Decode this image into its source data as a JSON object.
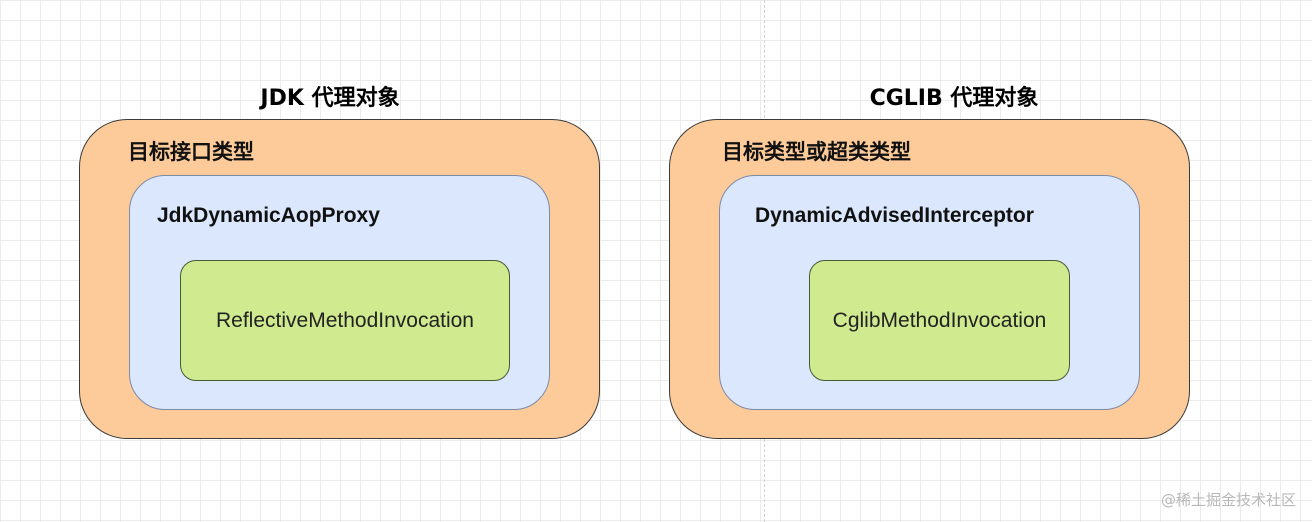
{
  "left_panel": {
    "title": "JDK 代理对象",
    "outer_label": "目标接口类型",
    "middle_label": "JdkDynamicAopProxy",
    "inner_label": "ReflectiveMethodInvocation"
  },
  "right_panel": {
    "title": "CGLIB 代理对象",
    "outer_label": "目标类型或超类类型",
    "middle_label": "DynamicAdvisedInterceptor",
    "inner_label": "CglibMethodInvocation"
  },
  "watermark": "@稀土掘金技术社区",
  "colors": {
    "outer_fill": "#fdcb9a",
    "middle_fill": "#dae7fc",
    "inner_fill": "#cfea8f",
    "grid": "#ebebeb"
  }
}
